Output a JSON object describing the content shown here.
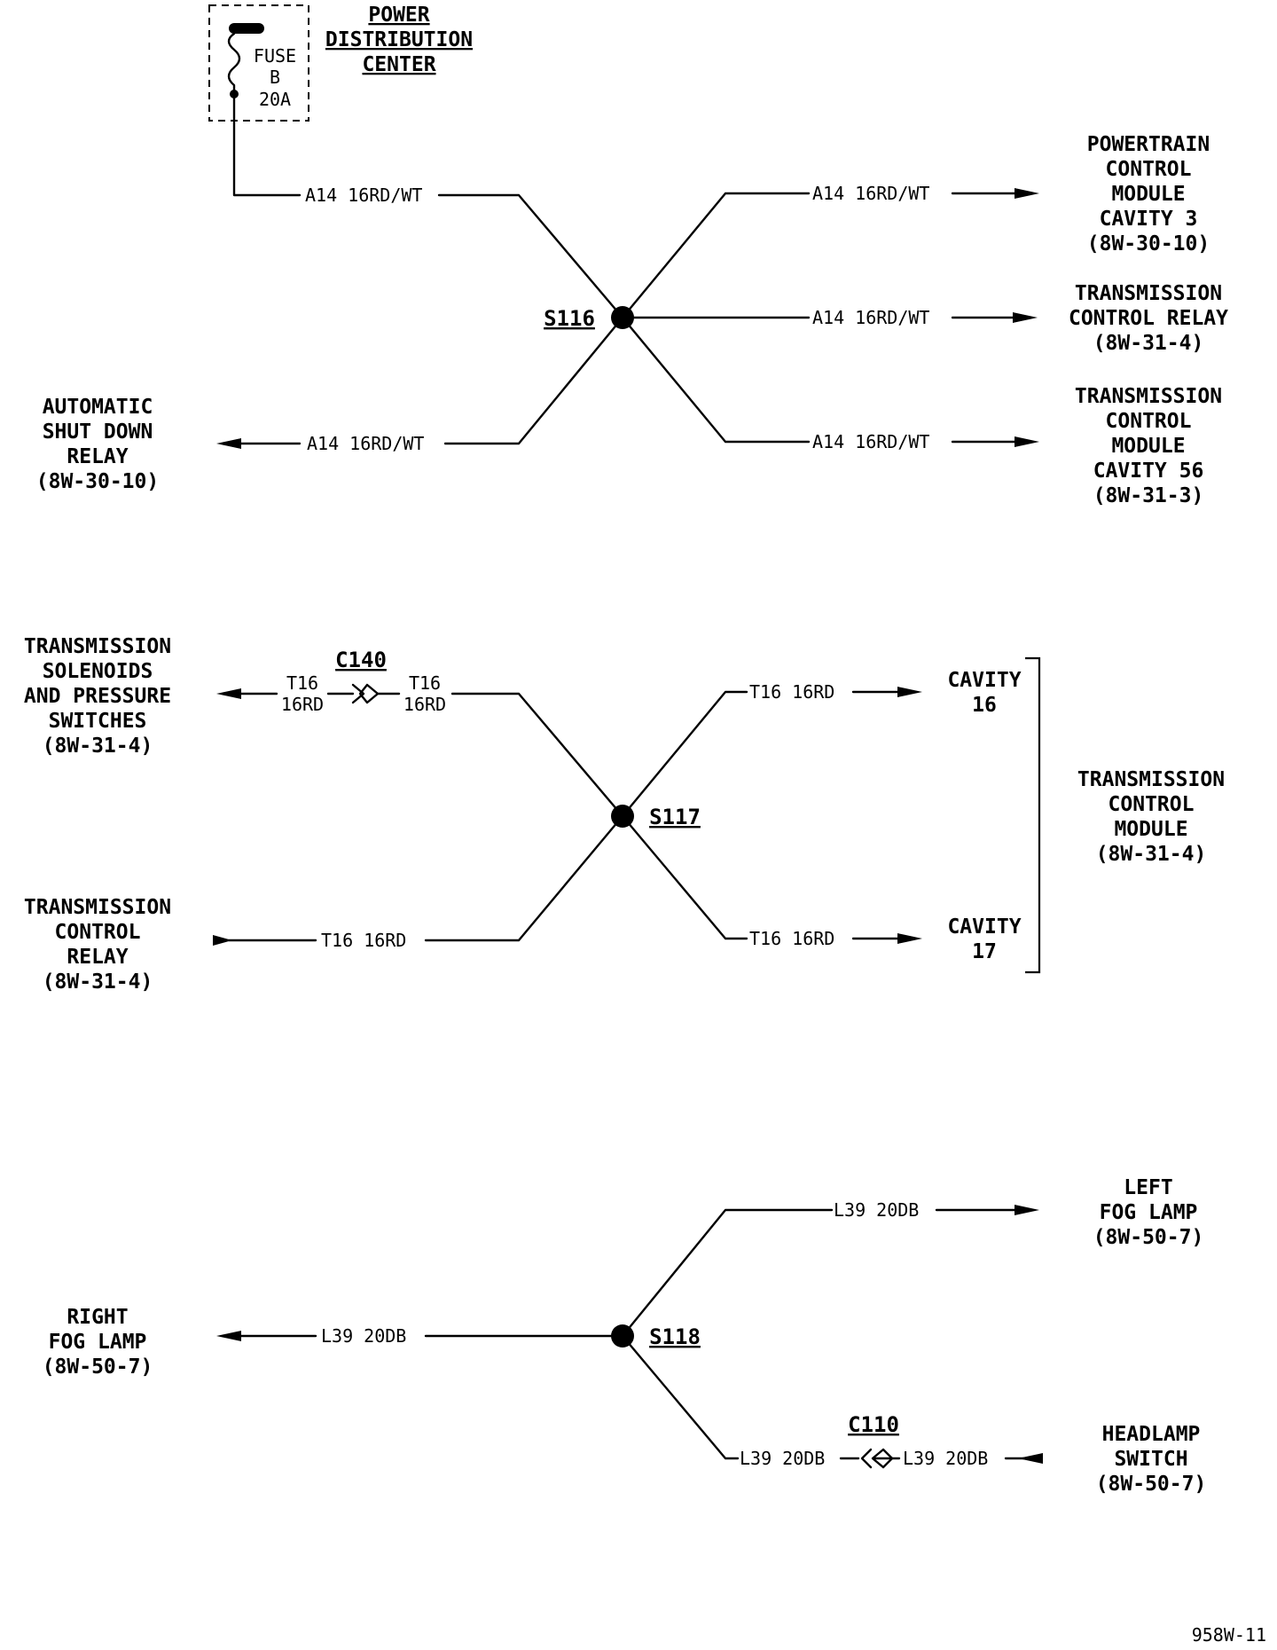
{
  "power_distribution_center": {
    "title_lines": [
      "POWER",
      "DISTRIBUTION",
      "CENTER"
    ],
    "fuse_lines": [
      "FUSE",
      "B",
      "20A"
    ]
  },
  "splices": {
    "s116": "S116",
    "s117": "S117",
    "s118": "S118"
  },
  "connectors": {
    "c140": "C140",
    "c110": "C110"
  },
  "wires": {
    "a14_in": "A14 16RD/WT",
    "a14_pcm": "A14 16RD/WT",
    "a14_tcr": "A14 16RD/WT",
    "a14_tcm56": "A14 16RD/WT",
    "a14_asd": "A14 16RD/WT",
    "t16_left_a": [
      "T16",
      "16RD"
    ],
    "t16_left_b": [
      "T16",
      "16RD"
    ],
    "t16_cav16": "T16 16RD",
    "t16_cav17": "T16 16RD",
    "t16_relay": "T16 16RD",
    "l39_left_fog": "L39 20DB",
    "l39_right_fog": "L39 20DB",
    "l39_switch_a": "L39 20DB",
    "l39_switch_b": "L39 20DB"
  },
  "destinations": {
    "pcm": [
      "POWERTRAIN",
      "CONTROL",
      "MODULE",
      "CAVITY 3",
      "(8W-30-10)"
    ],
    "tcr_right": [
      "TRANSMISSION",
      "CONTROL RELAY",
      "(8W-31-4)"
    ],
    "tcm56": [
      "TRANSMISSION",
      "CONTROL",
      "MODULE",
      "CAVITY 56",
      "(8W-31-3)"
    ],
    "asd": [
      "AUTOMATIC",
      "SHUT DOWN",
      "RELAY",
      "(8W-30-10)"
    ],
    "solenoids": [
      "TRANSMISSION",
      "SOLENOIDS",
      "AND PRESSURE",
      "SWITCHES",
      "(8W-31-4)"
    ],
    "tcr_left": [
      "TRANSMISSION",
      "CONTROL",
      "RELAY",
      "(8W-31-4)"
    ],
    "cavity16": [
      "CAVITY",
      "16"
    ],
    "cavity17": [
      "CAVITY",
      "17"
    ],
    "tcm": [
      "TRANSMISSION",
      "CONTROL",
      "MODULE",
      "(8W-31-4)"
    ],
    "left_fog": [
      "LEFT",
      "FOG LAMP",
      "(8W-50-7)"
    ],
    "right_fog": [
      "RIGHT",
      "FOG LAMP",
      "(8W-50-7)"
    ],
    "headlamp": [
      "HEADLAMP",
      "SWITCH",
      "(8W-50-7)"
    ]
  },
  "figure_id": "958W-11"
}
